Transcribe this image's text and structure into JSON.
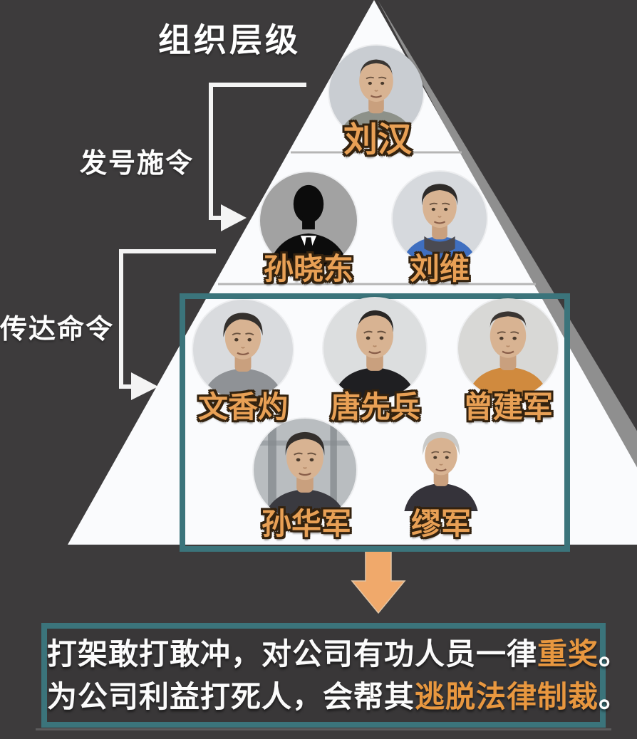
{
  "title": "组织层级",
  "side_labels": {
    "issue_orders": "发号施令",
    "relay_orders": "传达命令"
  },
  "pyramid": {
    "levels": [
      {
        "members": [
          {
            "name": "刘汉",
            "avatar": "photo-gray"
          }
        ]
      },
      {
        "members": [
          {
            "name": "孙晓东",
            "avatar": "silhouette"
          },
          {
            "name": "刘维",
            "avatar": "photo-blue"
          }
        ]
      },
      {
        "members": [
          {
            "name": "文香灼",
            "avatar": "photo-plaid"
          },
          {
            "name": "唐先兵",
            "avatar": "photo-black"
          },
          {
            "name": "曾建军",
            "avatar": "photo-orange"
          }
        ]
      },
      {
        "members": [
          {
            "name": "孙华军",
            "avatar": "photo-window"
          },
          {
            "name": "缪军",
            "avatar": "cutout-orange"
          }
        ]
      }
    ]
  },
  "caption": {
    "lines": [
      {
        "segments": [
          {
            "text": "打架敢打敢冲，对公司有功人员一律",
            "color": "white"
          },
          {
            "text": "重奖",
            "color": "orange"
          },
          {
            "text": "。",
            "color": "white"
          }
        ]
      },
      {
        "segments": [
          {
            "text": "为公司利益打死人，会帮其",
            "color": "white"
          },
          {
            "text": "逃脱法律制裁",
            "color": "orange"
          },
          {
            "text": "。",
            "color": "white"
          }
        ]
      }
    ]
  },
  "colors": {
    "background": "#3d3b3c",
    "pyramid": "#fafbfd",
    "pyramid_shadow": "#8f8f8f",
    "divider_gray": "#b5b5b5",
    "name_orange": "#e8a055",
    "caption_orange": "#e8973f",
    "arrow_orange": "#f0a96b",
    "teal_border": "#3b747b",
    "label_white": "#ffffff"
  }
}
